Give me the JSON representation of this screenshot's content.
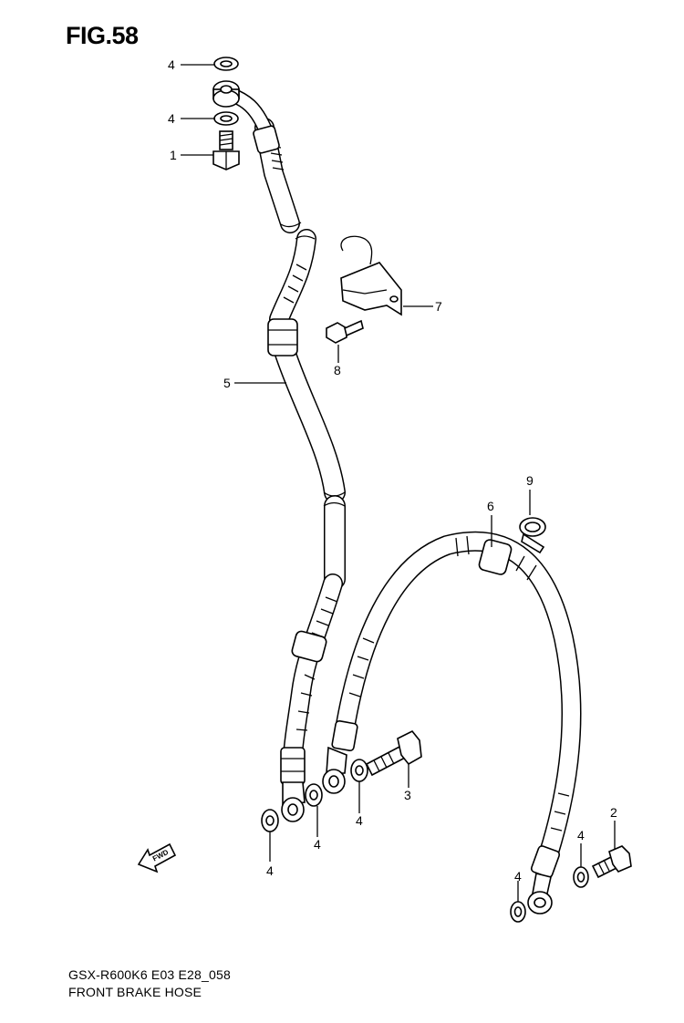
{
  "figure": {
    "title": "FIG.58",
    "model_code": "GSX-R600K6 E03 E28_058",
    "caption": "FRONT BRAKE HOSE"
  },
  "callouts": {
    "c1": "1",
    "c2": "2",
    "c3": "3",
    "c4a": "4",
    "c4b": "4",
    "c4c": "4",
    "c4d": "4",
    "c4e": "4",
    "c4f": "4",
    "c4g": "4",
    "c5": "5",
    "c6": "6",
    "c7": "7",
    "c8": "8",
    "c9": "9"
  },
  "fwd_arrow": {
    "label": "FWD"
  },
  "colors": {
    "line": "#000000",
    "background": "#ffffff"
  }
}
